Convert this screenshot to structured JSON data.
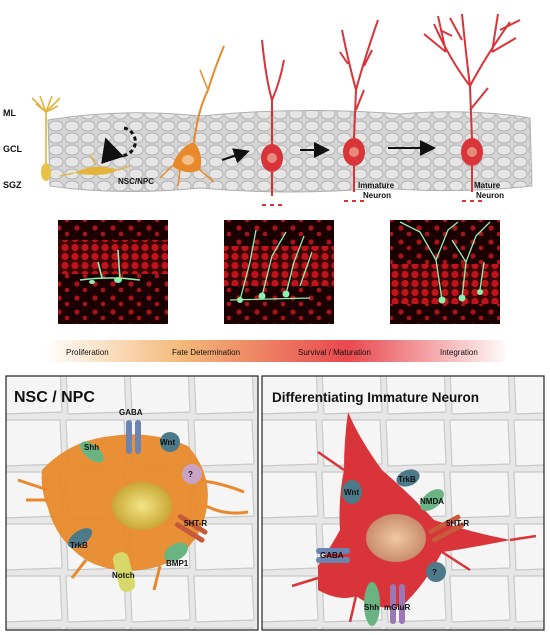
{
  "layers": {
    "ml": "ML",
    "gcl": "GCL",
    "sgz": "SGZ"
  },
  "stages": {
    "nsc_npc": "NSC/NPC",
    "immature_line1": "Immature",
    "immature_line2": "Neuron",
    "mature_line1": "Mature",
    "mature_line2": "Neuron"
  },
  "phases": [
    "Proliferation",
    "Fate Determination",
    "Survival / Maturation",
    "Integration"
  ],
  "panel_left": {
    "title": "NSC / NPC",
    "receptors": {
      "gaba": "GABA",
      "wnt": "Wnt",
      "shh": "Shh",
      "unknown": "?",
      "trkb": "TrkB",
      "htr": "5HT-R",
      "notch": "Notch",
      "bmp1": "BMP1"
    }
  },
  "panel_right": {
    "title": "Differentiating Immature Neuron",
    "receptors": {
      "trkb": "TrkB",
      "wnt": "Wnt",
      "nmda": "NMDA",
      "htr": "5HT-R",
      "gaba": "GABA",
      "unknown": "?",
      "shh": "Shh",
      "mglur": "mGluR"
    }
  },
  "colors": {
    "nsc_orange": "#e8892b",
    "neuron_red": "#d9343a",
    "nucleus_yellow": "#d9c24a",
    "gcl_gray": "#c8c8c8",
    "micrograph_red": "#c0141a",
    "micrograph_green": "#8cf0b0"
  }
}
